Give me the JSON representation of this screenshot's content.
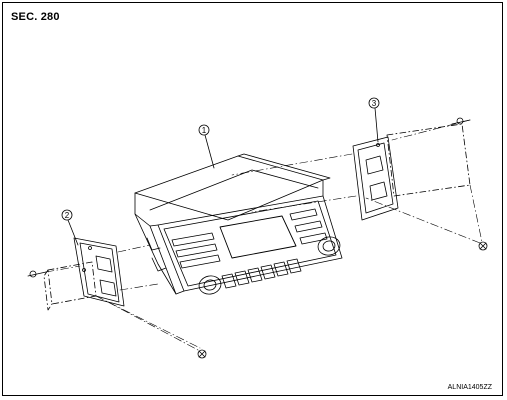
{
  "header": {
    "section": "SEC. 280"
  },
  "callouts": [
    {
      "number": "1",
      "part": "audio-unit"
    },
    {
      "number": "2",
      "part": "left-bracket"
    },
    {
      "number": "3",
      "part": "right-bracket"
    }
  ],
  "footer": {
    "figure_code": "ALNIA1405ZZ"
  }
}
